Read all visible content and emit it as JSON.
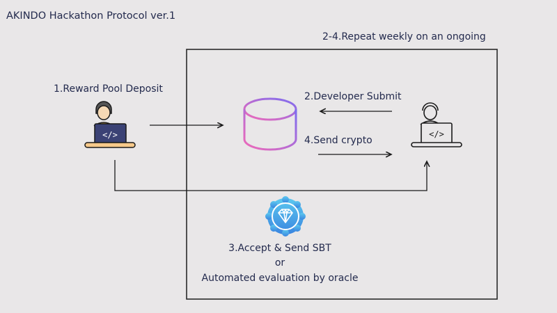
{
  "title": "AKINDO Hackathon Protocol ver.1",
  "loop_label": "2-4.Repeat weekly on an ongoing",
  "steps": {
    "reward_pool": "1.Reward Pool Deposit",
    "developer_submit": "2.Developer Submit",
    "send_crypto": "4.Send crypto",
    "accept_sbt": "3.Accept & Send SBT",
    "or": "or",
    "automated": "Automated evaluation by oracle"
  },
  "nodes": {
    "sponsor": {
      "icon": "developer-laptop-icon",
      "style": "filled"
    },
    "pool": {
      "icon": "database-cylinder-icon",
      "gradient": [
        "#f06ab8",
        "#7b6cf0"
      ]
    },
    "developer": {
      "icon": "developer-laptop-icon",
      "style": "outline"
    },
    "sbt": {
      "icon": "diamond-badge-icon",
      "color": "#3fa3e8"
    }
  },
  "colors": {
    "background": "#e9e7e8",
    "text": "#232a4d",
    "line": "#1a1a1a"
  }
}
